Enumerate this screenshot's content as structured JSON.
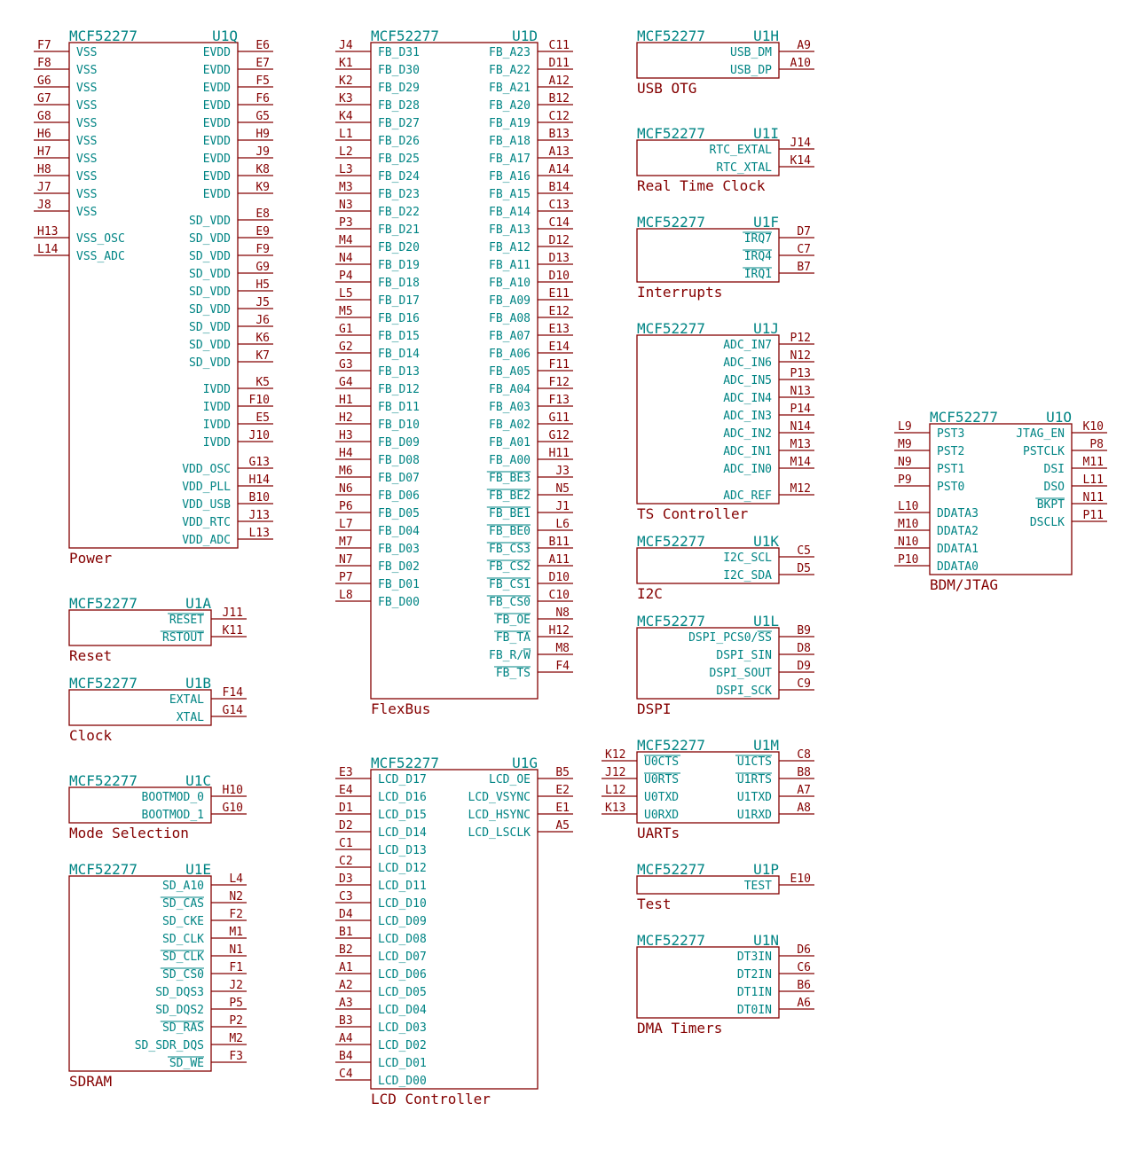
{
  "part": "MCF52277",
  "symbols": [
    {
      "unit": "U1Q",
      "name": "Power",
      "left": [
        [
          "F7",
          "VSS"
        ],
        [
          "F8",
          "VSS"
        ],
        [
          "G6",
          "VSS"
        ],
        [
          "G7",
          "VSS"
        ],
        [
          "G8",
          "VSS"
        ],
        [
          "H6",
          "VSS"
        ],
        [
          "H7",
          "VSS"
        ],
        [
          "H8",
          "VSS"
        ],
        [
          "J7",
          "VSS"
        ],
        [
          "J8",
          "VSS"
        ],
        null,
        [
          "H13",
          "VSS_OSC"
        ],
        [
          "L14",
          "VSS_ADC"
        ]
      ],
      "right": [
        [
          "E6",
          "EVDD"
        ],
        [
          "E7",
          "EVDD"
        ],
        [
          "F5",
          "EVDD"
        ],
        [
          "F6",
          "EVDD"
        ],
        [
          "G5",
          "EVDD"
        ],
        [
          "H9",
          "EVDD"
        ],
        [
          "J9",
          "EVDD"
        ],
        [
          "K8",
          "EVDD"
        ],
        [
          "K9",
          "EVDD"
        ],
        [
          "E8",
          "SD_VDD"
        ],
        [
          "E9",
          "SD_VDD"
        ],
        [
          "F9",
          "SD_VDD"
        ],
        [
          "G9",
          "SD_VDD"
        ],
        [
          "H5",
          "SD_VDD"
        ],
        [
          "J5",
          "SD_VDD"
        ],
        [
          "J6",
          "SD_VDD"
        ],
        [
          "K6",
          "SD_VDD"
        ],
        [
          "K7",
          "SD_VDD"
        ],
        null,
        [
          "K5",
          "IVDD"
        ],
        [
          "F10",
          "IVDD"
        ],
        [
          "E5",
          "IVDD"
        ],
        [
          "J10",
          "IVDD"
        ],
        null,
        [
          "G13",
          "VDD_OSC"
        ],
        [
          "H14",
          "VDD_PLL"
        ],
        [
          "B10",
          "VDD_USB"
        ],
        [
          "J13",
          "VDD_RTC"
        ],
        [
          "L13",
          "VDD_ADC"
        ]
      ]
    },
    {
      "unit": "U1D",
      "name": "FlexBus",
      "left": [
        [
          "J4",
          "FB_D31"
        ],
        [
          "K1",
          "FB_D30"
        ],
        [
          "K2",
          "FB_D29"
        ],
        [
          "K3",
          "FB_D28"
        ],
        [
          "K4",
          "FB_D27"
        ],
        [
          "L1",
          "FB_D26"
        ],
        [
          "L2",
          "FB_D25"
        ],
        [
          "L3",
          "FB_D24"
        ],
        [
          "M3",
          "FB_D23"
        ],
        [
          "N3",
          "FB_D22"
        ],
        [
          "P3",
          "FB_D21"
        ],
        [
          "M4",
          "FB_D20"
        ],
        [
          "N4",
          "FB_D19"
        ],
        [
          "P4",
          "FB_D18"
        ],
        [
          "L5",
          "FB_D17"
        ],
        [
          "M5",
          "FB_D16"
        ],
        [
          "G1",
          "FB_D15"
        ],
        [
          "G2",
          "FB_D14"
        ],
        [
          "G3",
          "FB_D13"
        ],
        [
          "G4",
          "FB_D12"
        ],
        [
          "H1",
          "FB_D11"
        ],
        [
          "H2",
          "FB_D10"
        ],
        [
          "H3",
          "FB_D09"
        ],
        [
          "H4",
          "FB_D08"
        ],
        [
          "M6",
          "FB_D07"
        ],
        [
          "N6",
          "FB_D06"
        ],
        [
          "P6",
          "FB_D05"
        ],
        [
          "L7",
          "FB_D04"
        ],
        [
          "M7",
          "FB_D03"
        ],
        [
          "N7",
          "FB_D02"
        ],
        [
          "P7",
          "FB_D01"
        ],
        [
          "L8",
          "FB_D00"
        ]
      ],
      "right": [
        [
          "C11",
          "FB_A23"
        ],
        [
          "D11",
          "FB_A22"
        ],
        [
          "A12",
          "FB_A21"
        ],
        [
          "B12",
          "FB_A20"
        ],
        [
          "C12",
          "FB_A19"
        ],
        [
          "B13",
          "FB_A18"
        ],
        [
          "A13",
          "FB_A17"
        ],
        [
          "A14",
          "FB_A16"
        ],
        [
          "B14",
          "FB_A15"
        ],
        [
          "C13",
          "FB_A14"
        ],
        [
          "C14",
          "FB_A13"
        ],
        [
          "D12",
          "FB_A12"
        ],
        [
          "D13",
          "FB_A11"
        ],
        [
          "D10",
          "FB_A10"
        ],
        [
          "E11",
          "FB_A09"
        ],
        [
          "E12",
          "FB_A08"
        ],
        [
          "E13",
          "FB_A07"
        ],
        [
          "E14",
          "FB_A06"
        ],
        [
          "F11",
          "FB_A05"
        ],
        [
          "F12",
          "FB_A04"
        ],
        [
          "F13",
          "FB_A03"
        ],
        [
          "G11",
          "FB_A02"
        ],
        [
          "G12",
          "FB_A01"
        ],
        [
          "H11",
          "FB_A00"
        ],
        [
          "J3",
          "~FB_BE3"
        ],
        [
          "N5",
          "~FB_BE2"
        ],
        [
          "J1",
          "~FB_BE1"
        ],
        [
          "L6",
          "~FB_BE0"
        ],
        [
          "B11",
          "~FB_CS3"
        ],
        [
          "A11",
          "~FB_CS2"
        ],
        [
          "D10",
          "~FB_CS1"
        ],
        [
          "C10",
          "~FB_CS0"
        ],
        [
          "N8",
          "~FB_OE"
        ],
        [
          "H12",
          "~FB_TA"
        ],
        [
          "M8",
          "FB_R/~W"
        ],
        [
          "F4",
          "~FB_TS"
        ]
      ]
    },
    {
      "unit": "U1H",
      "name": "USB OTG",
      "left": [],
      "right": [
        [
          "A9",
          "USB_DM"
        ],
        [
          "A10",
          "USB_DP"
        ]
      ]
    },
    {
      "unit": "U1I",
      "name": "Real Time Clock",
      "left": [],
      "right": [
        [
          "J14",
          "RTC_EXTAL"
        ],
        [
          "K14",
          "RTC_XTAL"
        ]
      ]
    },
    {
      "unit": "U1F",
      "name": "Interrupts",
      "left": [],
      "right": [
        [
          "D7",
          "~IRQ7"
        ],
        [
          "C7",
          "~IRQ4"
        ],
        [
          "B7",
          "~IRQ1"
        ]
      ]
    },
    {
      "unit": "U1J",
      "name": "TS Controller",
      "left": [],
      "right": [
        [
          "P12",
          "ADC_IN7"
        ],
        [
          "N12",
          "ADC_IN6"
        ],
        [
          "P13",
          "ADC_IN5"
        ],
        [
          "N13",
          "ADC_IN4"
        ],
        [
          "P14",
          "ADC_IN3"
        ],
        [
          "N14",
          "ADC_IN2"
        ],
        [
          "M13",
          "ADC_IN1"
        ],
        [
          "M14",
          "ADC_IN0"
        ],
        null,
        [
          "M12",
          "ADC_REF"
        ]
      ]
    },
    {
      "unit": "U1K",
      "name": "I2C",
      "left": [],
      "right": [
        [
          "C5",
          "I2C_SCL"
        ],
        [
          "D5",
          "I2C_SDA"
        ]
      ]
    },
    {
      "unit": "U1L",
      "name": "DSPI",
      "left": [],
      "right": [
        [
          "B9",
          "DSPI_PCS0/~SS"
        ],
        [
          "D8",
          "DSPI_SIN"
        ],
        [
          "D9",
          "DSPI_SOUT"
        ],
        [
          "C9",
          "DSPI_SCK"
        ]
      ]
    },
    {
      "unit": "U1M",
      "name": "UARTs",
      "left": [
        [
          "K12",
          "~U0CTS"
        ],
        [
          "J12",
          "~U0RTS"
        ],
        [
          "L12",
          "U0TXD"
        ],
        [
          "K13",
          "U0RXD"
        ]
      ],
      "right": [
        [
          "C8",
          "~U1CTS"
        ],
        [
          "B8",
          "~U1RTS"
        ],
        [
          "A7",
          "U1TXD"
        ],
        [
          "A8",
          "U1RXD"
        ]
      ]
    },
    {
      "unit": "U1P",
      "name": "Test",
      "left": [],
      "right": [
        [
          "E10",
          "TEST"
        ]
      ]
    },
    {
      "unit": "U1N",
      "name": "DMA Timers",
      "left": [],
      "right": [
        [
          "D6",
          "DT3IN"
        ],
        [
          "C6",
          "DT2IN"
        ],
        [
          "B6",
          "DT1IN"
        ],
        [
          "A6",
          "DT0IN"
        ]
      ]
    },
    {
      "unit": "U1O",
      "name": "BDM/JTAG",
      "left": [
        [
          "L9",
          "PST3"
        ],
        [
          "M9",
          "PST2"
        ],
        [
          "N9",
          "PST1"
        ],
        [
          "P9",
          "PST0"
        ],
        null,
        [
          "L10",
          "DDATA3"
        ],
        [
          "M10",
          "DDATA2"
        ],
        [
          "N10",
          "DDATA1"
        ],
        [
          "P10",
          "DDATA0"
        ]
      ],
      "right": [
        [
          "K10",
          "JTAG_EN"
        ],
        [
          "P8",
          "PSTCLK"
        ],
        [
          "M11",
          "DSI"
        ],
        [
          "L11",
          "DSO"
        ],
        [
          "N11",
          "~BKPT"
        ],
        [
          "P11",
          "DSCLK"
        ]
      ]
    },
    {
      "unit": "U1A",
      "name": "Reset",
      "left": [],
      "right": [
        [
          "J11",
          "~RESET"
        ],
        [
          "K11",
          "~RSTOUT"
        ]
      ]
    },
    {
      "unit": "U1B",
      "name": "Clock",
      "left": [],
      "right": [
        [
          "F14",
          "EXTAL"
        ],
        [
          "G14",
          "XTAL"
        ]
      ]
    },
    {
      "unit": "U1C",
      "name": "Mode Selection",
      "left": [],
      "right": [
        [
          "H10",
          "BOOTMOD_0"
        ],
        [
          "G10",
          "BOOTMOD_1"
        ]
      ]
    },
    {
      "unit": "U1E",
      "name": "SDRAM",
      "left": [],
      "right": [
        [
          "L4",
          "SD_A10"
        ],
        [
          "N2",
          "~SD_CAS"
        ],
        [
          "F2",
          "SD_CKE"
        ],
        [
          "M1",
          "SD_CLK"
        ],
        [
          "N1",
          "~SD_CLK"
        ],
        [
          "F1",
          "~SD_CS0"
        ],
        [
          "J2",
          "SD_DQS3"
        ],
        [
          "P5",
          "SD_DQS2"
        ],
        [
          "P2",
          "~SD_RAS"
        ],
        [
          "M2",
          "SD_SDR_DQS"
        ],
        [
          "F3",
          "~SD_WE"
        ]
      ]
    },
    {
      "unit": "U1G",
      "name": "LCD Controller",
      "left": [
        [
          "E3",
          "LCD_D17"
        ],
        [
          "E4",
          "LCD_D16"
        ],
        [
          "D1",
          "LCD_D15"
        ],
        [
          "D2",
          "LCD_D14"
        ],
        [
          "C1",
          "LCD_D13"
        ],
        [
          "C2",
          "LCD_D12"
        ],
        [
          "D3",
          "LCD_D11"
        ],
        [
          "C3",
          "LCD_D10"
        ],
        [
          "D4",
          "LCD_D09"
        ],
        [
          "B1",
          "LCD_D08"
        ],
        [
          "B2",
          "LCD_D07"
        ],
        [
          "A1",
          "LCD_D06"
        ],
        [
          "A2",
          "LCD_D05"
        ],
        [
          "A3",
          "LCD_D04"
        ],
        [
          "B3",
          "LCD_D03"
        ],
        [
          "A4",
          "LCD_D02"
        ],
        [
          "B4",
          "LCD_D01"
        ],
        [
          "C4",
          "LCD_D00"
        ]
      ],
      "right": [
        [
          "B5",
          "LCD_OE"
        ],
        [
          "E2",
          "LCD_VSYNC"
        ],
        [
          "E1",
          "LCD_HSYNC"
        ],
        [
          "A5",
          "LCD_LSCLK"
        ]
      ]
    }
  ]
}
